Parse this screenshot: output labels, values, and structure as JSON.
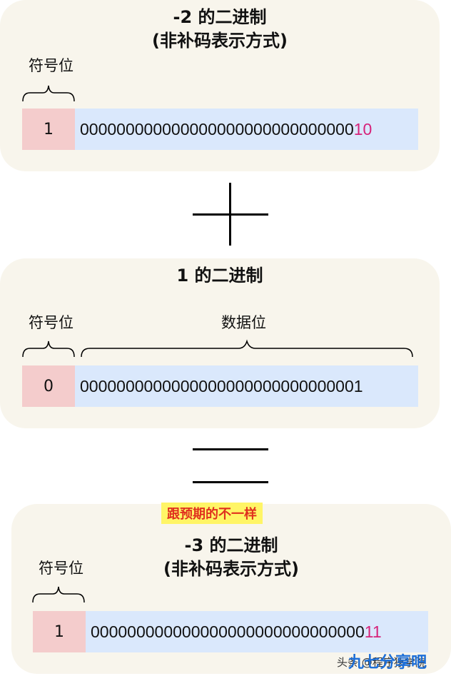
{
  "panel1": {
    "title_line1": "-2 的二进制",
    "title_line2": "(非补码表示方式)",
    "sign_label": "符号位",
    "sign_bit": "1",
    "bits_main": "000000000000000000000000000000",
    "bits_tail": "10"
  },
  "operator_plus": "+",
  "panel2": {
    "title": "1 的二进制",
    "sign_label": "符号位",
    "data_label": "数据位",
    "sign_bit": "0",
    "bits_main": "0000000000000000000000000000001"
  },
  "operator_equals": "=",
  "panel3": {
    "note": "跟预期的不一样",
    "title_line1": "-3 的二进制",
    "title_line2": "(非补码表示方式)",
    "sign_label": "符号位",
    "sign_bit": "1",
    "bits_main": "000000000000000000000000000000",
    "bits_tail": "11"
  },
  "watermark": {
    "text": "头条 @程序猿学院",
    "logo": "九七分享吧"
  },
  "colors": {
    "card_bg": "#f8f5ec",
    "sign_cell": "#f4cccc",
    "data_cell": "#dae8fc",
    "highlight_bits": "#d6237a",
    "note_bg": "#fff566",
    "note_text": "#e0301e"
  }
}
